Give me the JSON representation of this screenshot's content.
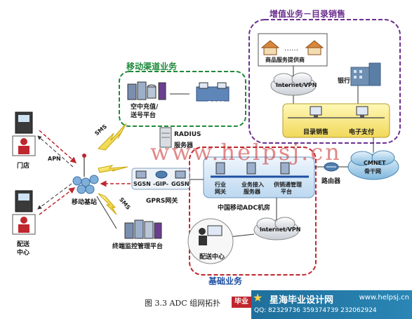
{
  "groups": {
    "value_added": "增值业务－目录销售",
    "mobile_channel": "移动渠道业务",
    "basic": "基础业务"
  },
  "nodes": {
    "merchant": "商品服务提供商",
    "internet_vpn": "Internet/VPN",
    "bank": "银行",
    "catalog_sales": "目录销售",
    "e_payment": "电子支付",
    "recharge_line1": "空中充值/",
    "recharge_line2": "送号平台",
    "boss": "BOSS",
    "radius_line1": "RADIUS",
    "radius_line2": "服务器",
    "cmnet_line1": "CMNET",
    "cmnet_line2": "骨干网",
    "router": "路由器",
    "sgsn_left": "SGSN",
    "gip": "-GIP-",
    "ggsn": "GGSN",
    "gprs_gateway": "GPRS网关",
    "industry_gw_line1": "行业",
    "industry_gw_line2": "网关",
    "biz_access_line1": "业务接入",
    "biz_access_line2": "服务器",
    "supply_line1": "供销通管理",
    "supply_line2": "平台",
    "adc_room": "中国移动ADC机房",
    "internet_vpn2": "Internet/VPN",
    "delivery_center": "配送中心",
    "terminal_platform": "终端监控管理平台",
    "base_station": "移动基站",
    "store": "门店",
    "delivery_line1": "配送",
    "delivery_line2": "中心",
    "apn": "APN",
    "sms1": "SMS",
    "sms2": "SMS"
  },
  "watermark": "www.helpsj.cn",
  "caption": "图 3.3 ADC 组网拓扑",
  "caption_badge": "毕业",
  "banner": {
    "name": "星海毕业设计网",
    "url": "www.helpsj.cn",
    "qq": "QQ: 82329736  359374739  232062924"
  },
  "colors": {
    "purple_border": "#6b2f8f",
    "green_border": "#1e8a3a",
    "red_border": "#c0262e",
    "blue_text": "#1e4fa3"
  }
}
